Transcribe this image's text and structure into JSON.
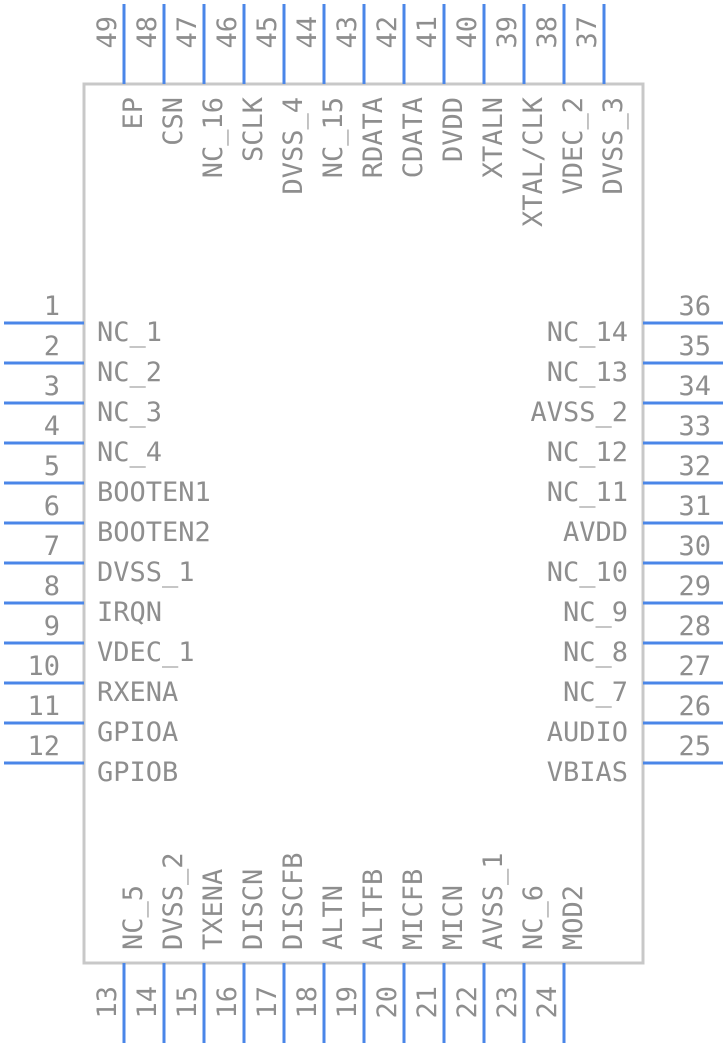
{
  "component": {
    "pins": {
      "left": [
        {
          "num": "1",
          "name": "NC_1"
        },
        {
          "num": "2",
          "name": "NC_2"
        },
        {
          "num": "3",
          "name": "NC_3"
        },
        {
          "num": "4",
          "name": "NC_4"
        },
        {
          "num": "5",
          "name": "BOOTEN1"
        },
        {
          "num": "6",
          "name": "BOOTEN2"
        },
        {
          "num": "7",
          "name": "DVSS_1"
        },
        {
          "num": "8",
          "name": "IRQN"
        },
        {
          "num": "9",
          "name": "VDEC_1"
        },
        {
          "num": "10",
          "name": "RXENA"
        },
        {
          "num": "11",
          "name": "GPIOA"
        },
        {
          "num": "12",
          "name": "GPIOB"
        }
      ],
      "right": [
        {
          "num": "36",
          "name": "NC_14"
        },
        {
          "num": "35",
          "name": "NC_13"
        },
        {
          "num": "34",
          "name": "AVSS_2"
        },
        {
          "num": "33",
          "name": "NC_12"
        },
        {
          "num": "32",
          "name": "NC_11"
        },
        {
          "num": "31",
          "name": "AVDD"
        },
        {
          "num": "30",
          "name": "NC_10"
        },
        {
          "num": "29",
          "name": "NC_9"
        },
        {
          "num": "28",
          "name": "NC_8"
        },
        {
          "num": "27",
          "name": "NC_7"
        },
        {
          "num": "26",
          "name": "AUDIO"
        },
        {
          "num": "25",
          "name": "VBIAS"
        }
      ],
      "bottom": [
        {
          "num": "13",
          "name": "NC_5"
        },
        {
          "num": "14",
          "name": "DVSS_2"
        },
        {
          "num": "15",
          "name": "TXENA"
        },
        {
          "num": "16",
          "name": "DISCN"
        },
        {
          "num": "17",
          "name": "DISCFB"
        },
        {
          "num": "18",
          "name": "ALTN"
        },
        {
          "num": "19",
          "name": "ALTFB"
        },
        {
          "num": "20",
          "name": "MICFB"
        },
        {
          "num": "21",
          "name": "MICN"
        },
        {
          "num": "22",
          "name": "AVSS_1"
        },
        {
          "num": "23",
          "name": "NC_6"
        },
        {
          "num": "24",
          "name": "MOD2"
        }
      ],
      "top": [
        {
          "num": "49",
          "name": "EP"
        },
        {
          "num": "48",
          "name": "CSN"
        },
        {
          "num": "47",
          "name": "NC_16"
        },
        {
          "num": "46",
          "name": "SCLK"
        },
        {
          "num": "45",
          "name": "DVSS_4"
        },
        {
          "num": "44",
          "name": "NC_15"
        },
        {
          "num": "43",
          "name": "RDATA"
        },
        {
          "num": "42",
          "name": "CDATA"
        },
        {
          "num": "41",
          "name": "DVDD"
        },
        {
          "num": "40",
          "name": "XTALN"
        },
        {
          "num": "39",
          "name": "XTAL/CLK"
        },
        {
          "num": "38",
          "name": "VDEC_2"
        },
        {
          "num": "37",
          "name": "DVSS_3"
        }
      ]
    },
    "colors": {
      "body_outline": "#c8c8c8",
      "pin_line": "#4a86e8",
      "text": "#8e8e8e"
    }
  }
}
